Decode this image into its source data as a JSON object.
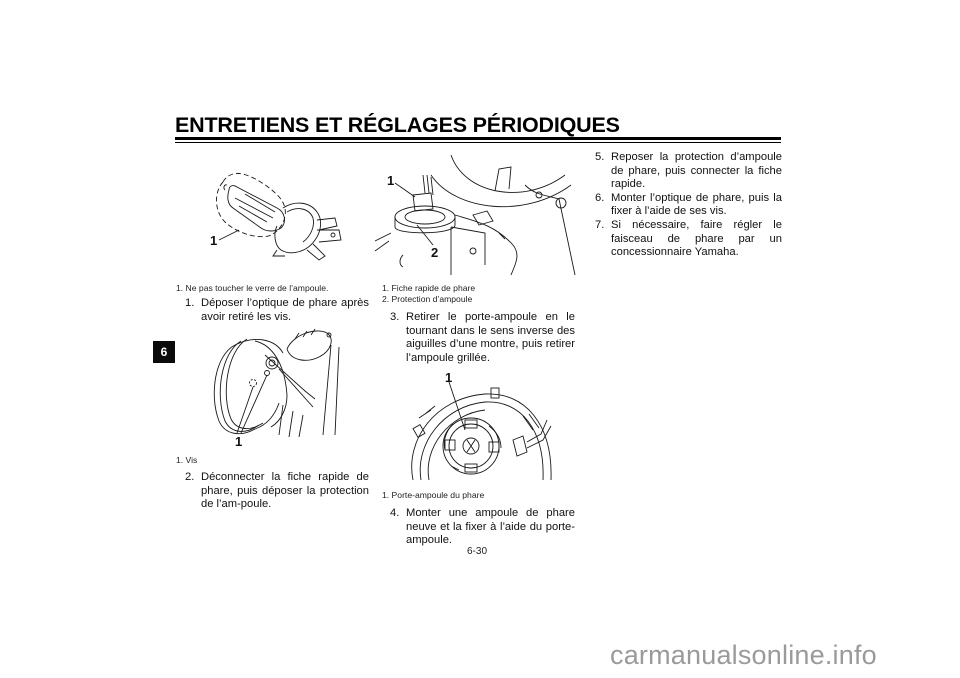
{
  "header": {
    "title": "ENTRETIENS ET RÉGLAGES PÉRIODIQUES"
  },
  "section_tab": {
    "label": "6"
  },
  "column1": {
    "figure1": {
      "callout": "1",
      "caption": "1.  Ne pas toucher le verre de l’ampoule."
    },
    "step1": {
      "num": "1.",
      "text": "Déposer l’optique de phare après avoir retiré les vis."
    },
    "figure2": {
      "callout": "1",
      "caption": "1.  Vis"
    },
    "step2": {
      "num": "2.",
      "text": "Déconnecter la fiche rapide de phare, puis déposer la protection de l’am-poule."
    }
  },
  "column2": {
    "figure3": {
      "callouts": [
        "1",
        "2"
      ],
      "captions": [
        "1.  Fiche rapide de phare",
        "2.  Protection d’ampoule"
      ]
    },
    "step3": {
      "num": "3.",
      "text": "Retirer le porte-ampoule en le tournant dans le sens inverse des aiguilles d’une montre, puis retirer l’ampoule grillée."
    },
    "figure4": {
      "callout": "1",
      "caption": "1.  Porte-ampoule du phare"
    },
    "step4": {
      "num": "4.",
      "text": "Monter une ampoule de phare neuve et la fixer à l’aide du porte-ampoule."
    }
  },
  "column3": {
    "step5": {
      "num": "5.",
      "text": "Reposer la protection d’ampoule de phare, puis connecter la fiche rapide."
    },
    "step6": {
      "num": "6.",
      "text": "Monter l’optique de phare, puis la fixer à l’aide de ses vis."
    },
    "step7": {
      "num": "7.",
      "text": "Si nécessaire, faire régler le faisceau de phare par un concessionnaire Yamaha."
    }
  },
  "footer": {
    "page_number": "6-30",
    "watermark": "carmanualsonline.info"
  }
}
